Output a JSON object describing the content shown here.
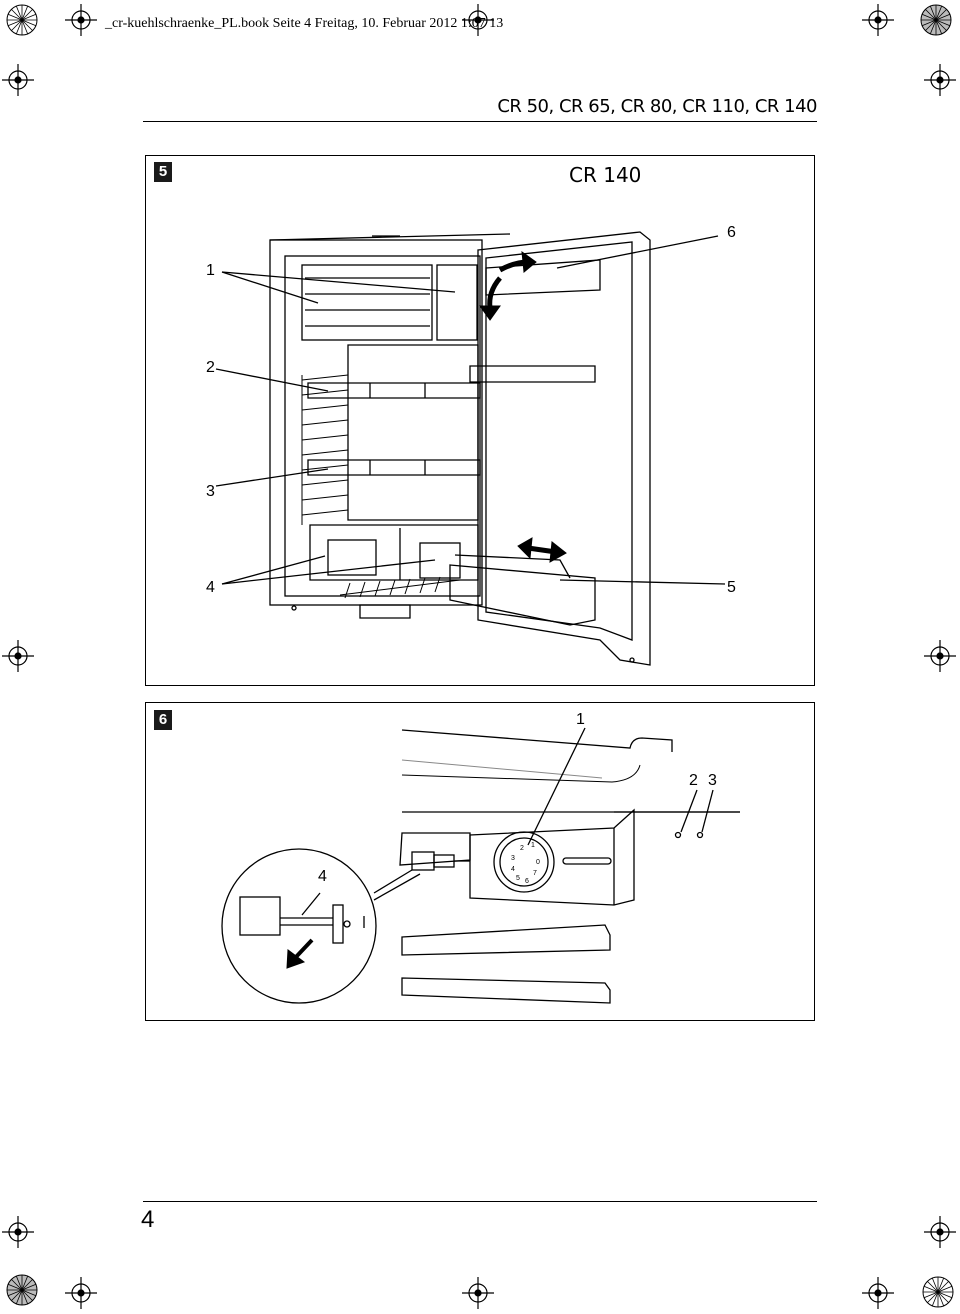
{
  "header": {
    "book_info": "_cr-kuehlschraenke_PL.book  Seite 4  Freitag, 10. Februar 2012  1:07 13"
  },
  "models": "CR 50, CR 65, CR 80, CR 110, CR 140",
  "figure5": {
    "number": "5",
    "model": "CR 140",
    "callouts": {
      "c1": "1",
      "c2": "2",
      "c3": "3",
      "c4": "4",
      "c5": "5",
      "c6": "6"
    }
  },
  "figure6": {
    "number": "6",
    "callouts": {
      "c1": "1",
      "c2": "2",
      "c3": "3",
      "c4": "4"
    },
    "dial_numbers": [
      "1",
      "2",
      "3",
      "4",
      "5",
      "6",
      "7",
      "0"
    ]
  },
  "page_number": "4"
}
